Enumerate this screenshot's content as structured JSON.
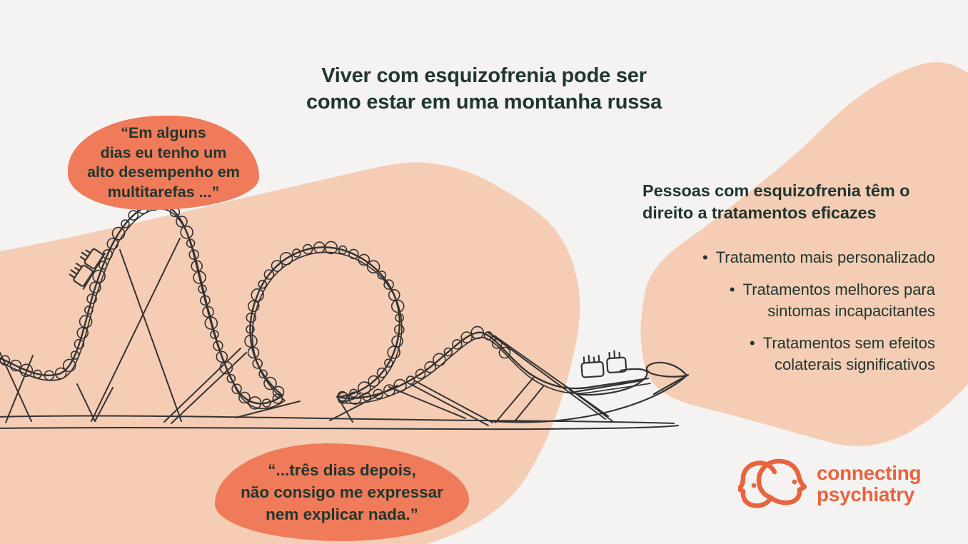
{
  "title": {
    "text": "Viver com esquizofrenia pode ser\ncomo estar em uma montanha russa"
  },
  "quotes": {
    "top": "“Em alguns\ndias eu tenho um\nalto desempenho em\nmultitarefas ...”",
    "bottom": "“...três dias depois,\nnão consigo me expressar\nnem explicar nada.”"
  },
  "rights": {
    "heading": "Pessoas com esquizofrenia têm o\ndireito a tratamentos eficazes",
    "bullet_char": "•",
    "bullets": [
      "Tratamento mais personalizado",
      "Tratamentos melhores para\nsintomas incapacitantes",
      "Tratamentos sem efeitos\ncolaterais significativos"
    ]
  },
  "logo": {
    "line1": "connecting",
    "line2": "psychiatry"
  },
  "icons": {
    "logo_icon": "two-heads-profile-icon",
    "illustration": "roller-coaster-line-art"
  },
  "colors": {
    "background": "#f4f3f1",
    "blob": "#f5cdb5",
    "bubble": "#ef7b5a",
    "ink": "#20362f",
    "line": "#333333",
    "accent": "#e8633f"
  }
}
